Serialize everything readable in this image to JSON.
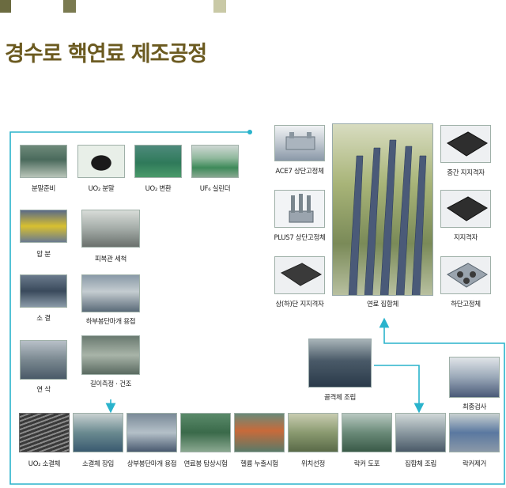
{
  "title": "경수로 핵연료 제조공정",
  "colors": {
    "title": "#6b5a20",
    "flow_line": "#2ab3cc",
    "deco_dark": "#6b6b40",
    "deco_light": "#c9c9a6"
  },
  "steps": {
    "powder_prep": "분말준비",
    "uo2_powder": "UO₂ 분말",
    "uo2_conversion": "UO₂ 변환",
    "uf6_cylinder": "UF₆ 실린더",
    "pressing": "압 분",
    "cladding_cleaning": "피복관 세척",
    "sintering": "소 결",
    "lower_endplug_welding": "하부봉단마개 용접",
    "grinding": "연 삭",
    "length_measure_drying": "길이측정 · 건조",
    "uo2_pellet": "UO₂ 소결체",
    "pellet_loading": "소결체 장입",
    "upper_endplug_welding": "상부봉단마개 용접",
    "rod_inspection": "연료봉 탐상시험",
    "helium_leak_test": "헬륨 누출시험",
    "position_check": "위치선정",
    "lacquer_coating": "락커 도포",
    "assembly": "집합체 조립",
    "lacquer_removal": "락커제거",
    "final_inspection": "최종검사",
    "skeleton_assembly": "골격체 조립"
  },
  "components": {
    "ace7_top_nozzle": "ACE7 상단고정체",
    "plus7_top_nozzle": "PLUS7 상단고정체",
    "upper_lower_grid": "상(하)단 지지격자",
    "fuel_assembly": "연료 집합체",
    "mid_grid": "중간 지지격자",
    "grid": "지지격자",
    "bottom_nozzle": "하단고정체"
  }
}
